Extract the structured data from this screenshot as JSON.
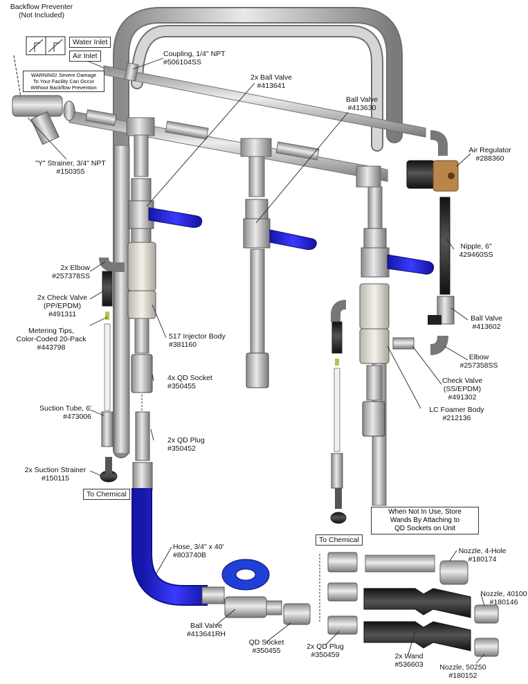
{
  "labels": {
    "backflow_preventer": "Backflow Preventer\n(Not Included)",
    "water_inlet": "Water Inlet",
    "air_inlet": "Air Inlet",
    "warning": "WARNING! Severe Damage\nTo Your Facility Can Occur\nWithout Backflow Prevention",
    "coupling": "Coupling, 1/4\" NPT\n#506104SS",
    "ball_valve_2x": "2x Ball Valve\n#413641",
    "ball_valve_413630": "Ball Valve\n#413630",
    "air_regulator": "Air Regulator\n#288360",
    "y_strainer": "\"Y\" Strainer, 3/4\" NPT\n#150355",
    "nipple": "Nipple, 6\"\n429460SS",
    "elbow_2x": "2x Elbow\n#257378SS",
    "check_valve_2x": "2x Check Valve\n(PP/EPDM)\n#491311",
    "metering_tips": "Metering Tips,\nColor-Coded 20-Pack\n#443798",
    "injector_body": "517 Injector Body\n#381160",
    "ball_valve_413602": "Ball Valve\n#413602",
    "elbow_257358": "Elbow\n#257358SS",
    "check_valve_ss": "Check Valve\n(SS/EPDM)\n#491302",
    "qd_socket_4x": "4x QD Socket\n#350455",
    "suction_tube": "Suction Tube, 6'\n#473006",
    "lc_foamer": "LC Foamer Body\n#212136",
    "qd_plug_2x": "2x QD Plug\n#350452",
    "suction_strainer": "2x Suction Strainer\n#150115",
    "to_chemical_left": "To Chemical",
    "to_chemical_right": "To Chemical",
    "storage_note": "When Not In Use, Store\nWands By Attaching to\nQD Sockets on Unit",
    "hose": "Hose, 3/4\" x 40'\n#803740B",
    "nozzle_4hole": "Nozzle, 4-Hole\n#180174",
    "nozzle_40100": "Nozzle, 40100\n#180146",
    "ball_valve_rh": "Ball Valve\n#413641RH",
    "qd_socket_bottom": "QD Socket\n#350455",
    "qd_plug_bottom": "2x QD Plug\n#350459",
    "wand": "2x Wand\n#536603",
    "nozzle_50250": "Nozzle, 50250\n#180152"
  },
  "colors": {
    "steel": "#c9c9c9",
    "steel_dark": "#7d7d7d",
    "handle_blue": "#1f3fd6",
    "hose_blue": "#2a2ae0",
    "brass": "#b8864b",
    "black_part": "#2a2a2a",
    "injector": "#e6e4dc"
  }
}
